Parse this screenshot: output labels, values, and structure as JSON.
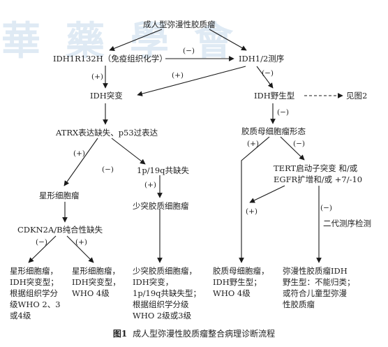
{
  "figure": {
    "caption_label": "图1",
    "caption_text": "成人型弥漫性胶质瘤整合病理诊断流程",
    "watermark": "華 藥 學 會"
  },
  "nodes": {
    "root": "成人型弥漫性胶质瘤",
    "ihc": "IDH1R132H（免疫组织化学）",
    "seq": "IDH1/2测序",
    "idh_mut": "IDH突变",
    "idh_wt": "IDH野生型",
    "see_fig2": "见图2",
    "atrx": "ATRX表达缺失、p53过表达",
    "codel": "1p/19q共缺失",
    "astro": "星形细胞瘤",
    "oligo": "少突胶质细胞瘤",
    "cdkn": "CDKN2A/B纯合性缺失",
    "gbm_morph": "胶质母细胞瘤形态",
    "tert": "TERT启动子突变 和/或\nEGFR扩增和/或 +7/-10",
    "ngs": "二代测序检测",
    "out_astro_low": "星形细胞瘤，\nIDH突变型；\n根据组织学分\n级WHO 2、3\n或4级",
    "out_astro_4": "星形细胞瘤，\nIDH突变型，\nWHO 4级",
    "out_oligo": "少突胶质细胞瘤，\nIDH突变，\n1p/19q共缺失型；\n根据组织学分级\nWHO 2级或3级",
    "out_gbm": "胶质母细胞瘤，\nIDH野生型；\nWHO 4级",
    "out_nos": "弥漫性胶质瘤IDH\n野生型：不能归类；\n或符合儿童型弥漫\n性胶质瘤"
  },
  "signs": {
    "ihc_to_seq": "(−)",
    "ihc_to_mut": "(+)",
    "seq_to_mut": "(+)",
    "seq_to_wt": "(−)",
    "wt_to_gbm": "(−)",
    "atrx_to_astro": "(+)",
    "atrx_to_codel": "(−)",
    "codel_to_oligo": "(+)",
    "cdkn_to_low": "(−)",
    "cdkn_to_4": "(+)",
    "gbm_to_out": "(+)",
    "gbm_to_tert": "(−)",
    "tert_to_out": "(+)",
    "tert_to_nos": "(−)"
  }
}
